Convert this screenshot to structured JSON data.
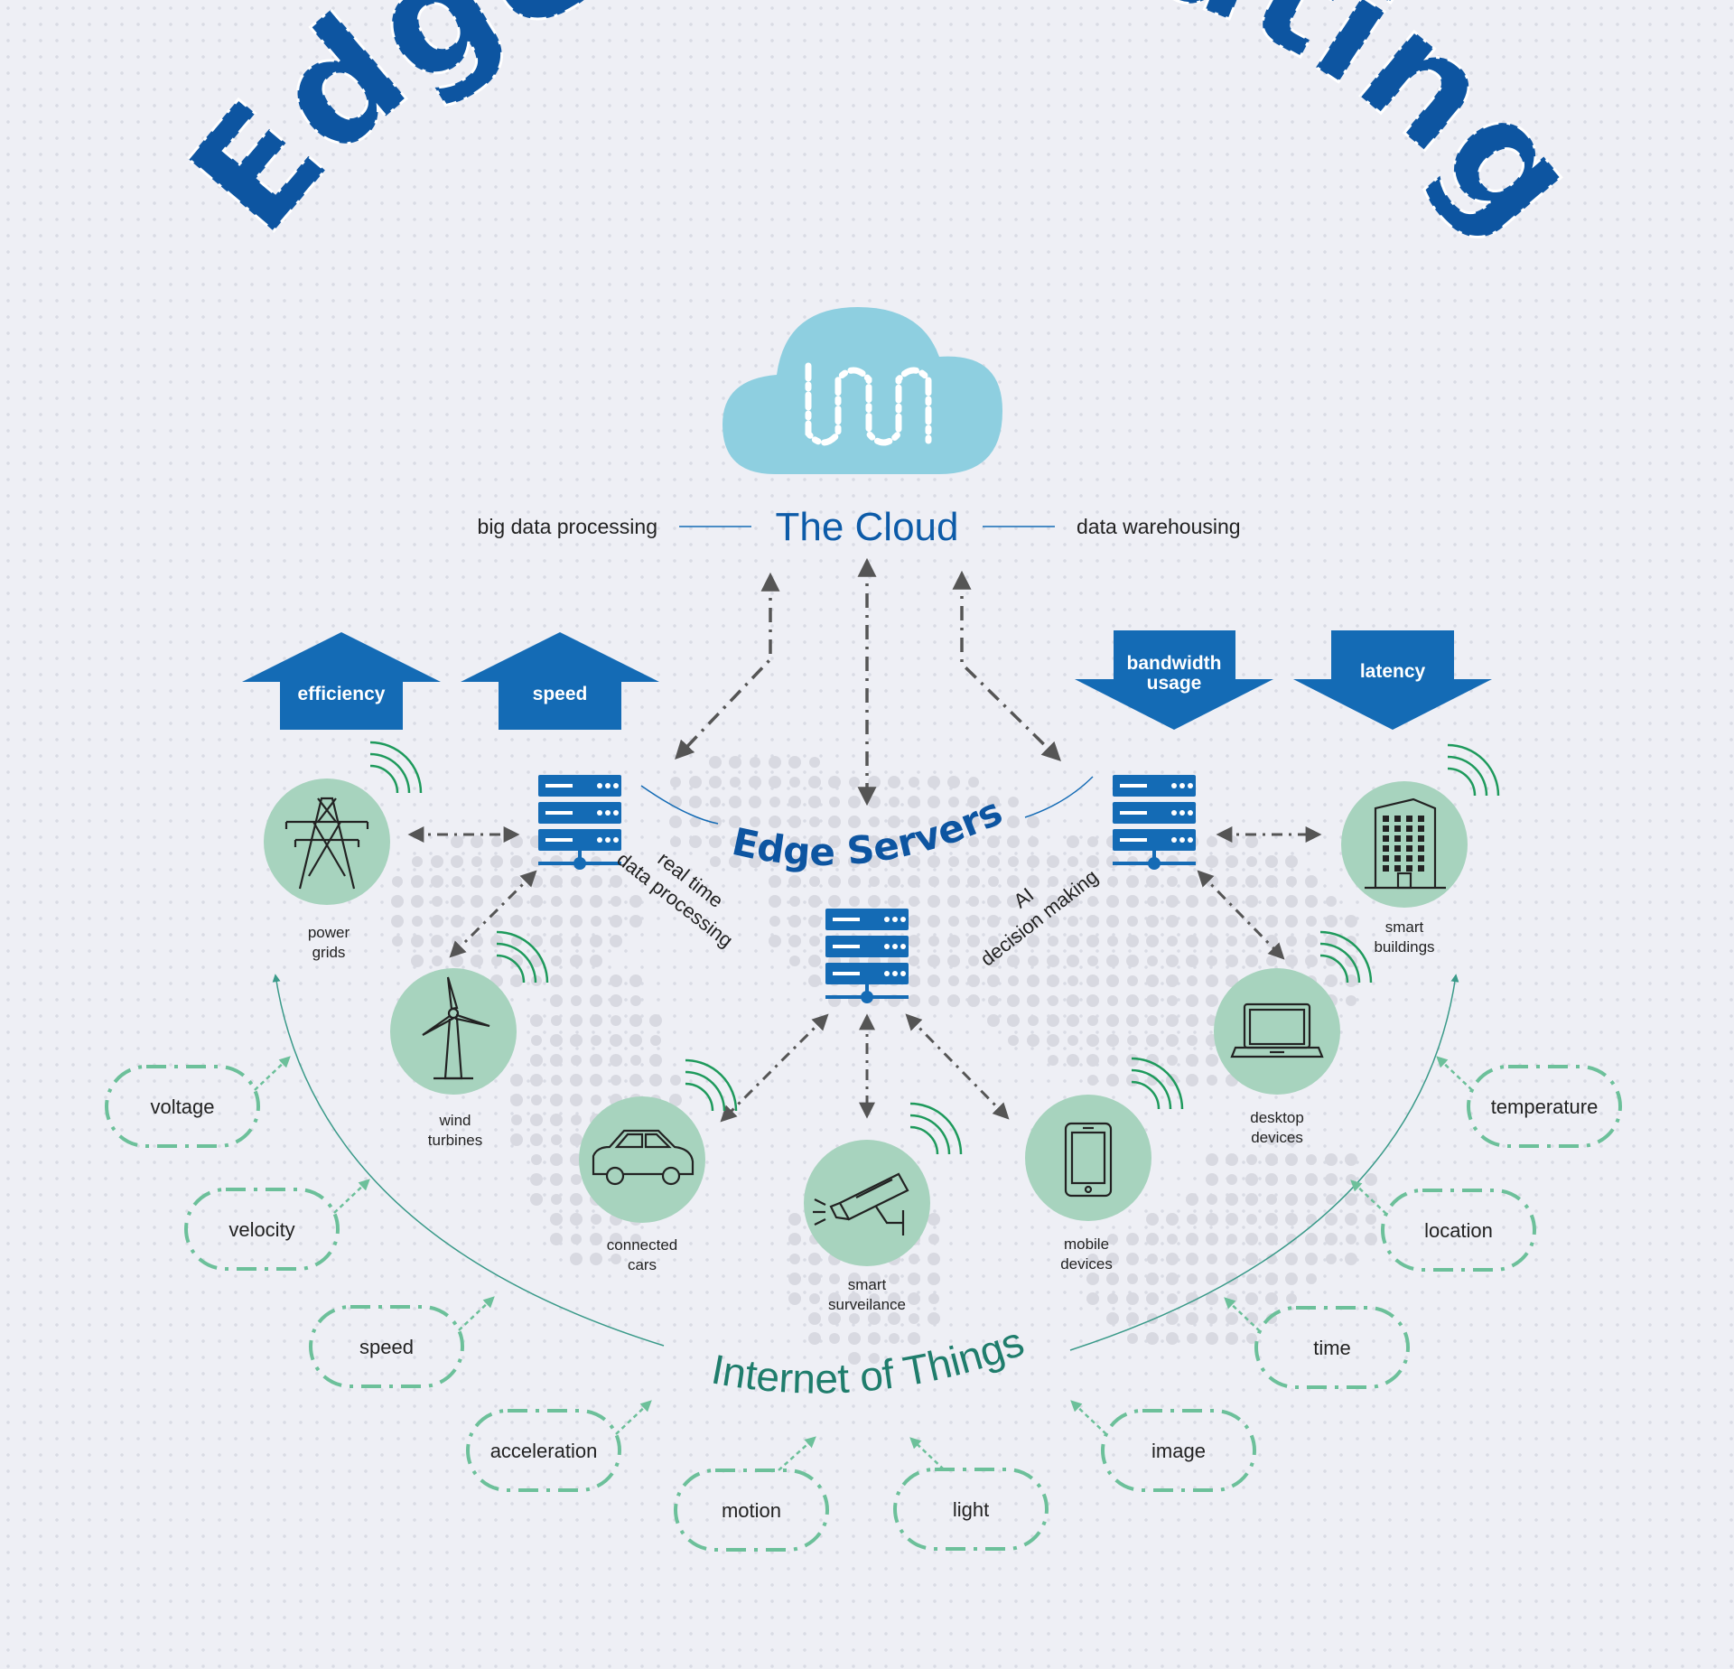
{
  "title": "Edge Computing",
  "cloud": {
    "title": "The Cloud",
    "left_label": "big data processing",
    "right_label": "data warehousing"
  },
  "up_arrows": [
    "efficiency",
    "speed"
  ],
  "down_arrows": [
    [
      "bandwidth",
      "usage"
    ],
    [
      "latency"
    ]
  ],
  "edge_servers": {
    "title": "Edge Servers",
    "left_label": [
      "real time",
      "data processing"
    ],
    "right_label": [
      "AI",
      "decision making"
    ]
  },
  "devices": [
    {
      "id": "power-grids",
      "lines": [
        "power",
        "grids"
      ],
      "icon": "power-tower-icon"
    },
    {
      "id": "wind-turbines",
      "lines": [
        "wind",
        "turbines"
      ],
      "icon": "wind-turbine-icon"
    },
    {
      "id": "connected-cars",
      "lines": [
        "connected",
        "cars"
      ],
      "icon": "car-icon"
    },
    {
      "id": "smart-surveilance",
      "lines": [
        "smart",
        "surveilance"
      ],
      "icon": "cctv-camera-icon"
    },
    {
      "id": "mobile-devices",
      "lines": [
        "mobile",
        "devices"
      ],
      "icon": "smartphone-icon"
    },
    {
      "id": "desktop-devices",
      "lines": [
        "desktop",
        "devices"
      ],
      "icon": "laptop-icon"
    },
    {
      "id": "smart-buildings",
      "lines": [
        "smart",
        "buildings"
      ],
      "icon": "building-icon"
    }
  ],
  "iot_title": "Internet of Things",
  "sensors": [
    "voltage",
    "velocity",
    "speed",
    "acceleration",
    "motion",
    "light",
    "image",
    "time",
    "location",
    "temperature"
  ],
  "colors": {
    "title_blue": "#0d55a1",
    "arrow_blue": "#146bb5",
    "cloud": "#8ecfe0",
    "device_green": "#a7d3be",
    "sensor_green": "#6cc09a",
    "iot_teal": "#1f7d6c",
    "background": "#eeeff5"
  }
}
